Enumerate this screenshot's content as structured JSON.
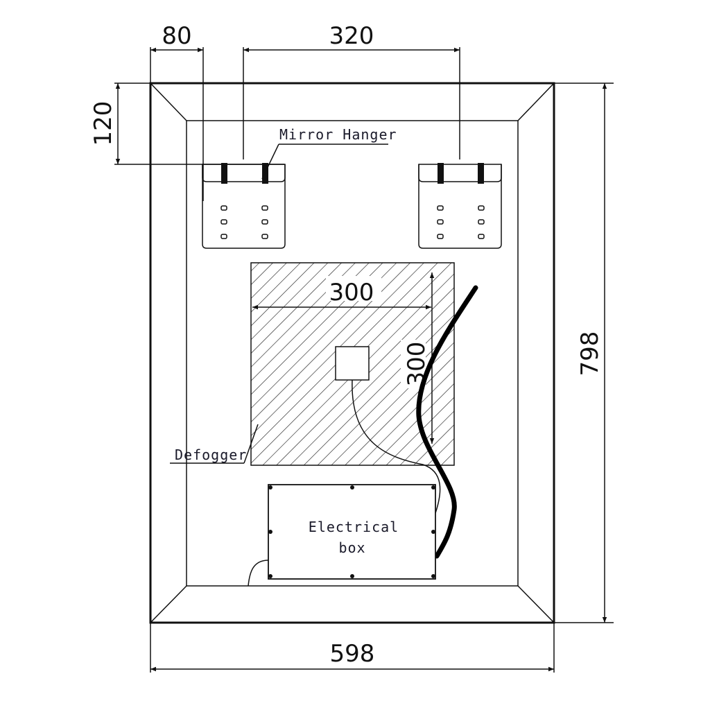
{
  "dimensions": {
    "hanger_offset": "80",
    "hanger_spacing": "320",
    "hanger_top": "120",
    "height": "798",
    "width": "598",
    "defogger_width": "300",
    "defogger_height": "300"
  },
  "labels": {
    "mirror_hanger": "Mirror Hanger",
    "defogger": "Defogger",
    "electrical_box_line1": "Electrical",
    "electrical_box_line2": "box"
  }
}
